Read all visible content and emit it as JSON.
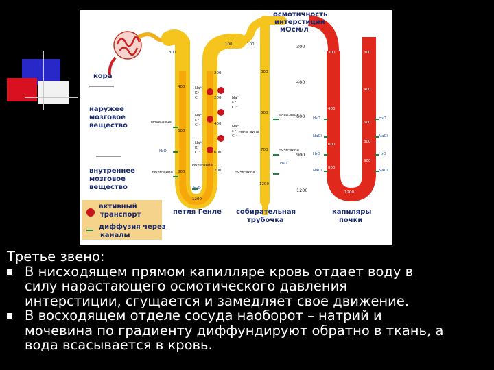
{
  "diagram": {
    "header_line1": "осмотичность",
    "header_line2": "интерстиции",
    "header_line3": "мОсм/л",
    "zone_cortex": "кора",
    "zone_outer": [
      "наружее",
      "мозговое",
      "вещество"
    ],
    "zone_inner": [
      "внутреннее",
      "мозговое",
      "вещество"
    ],
    "legend_active": [
      "активный",
      "транспорт"
    ],
    "legend_diffusion": [
      "диффузия через",
      "каналы"
    ],
    "caption_loop": "петля Генле",
    "caption_duct": [
      "собирательная",
      "трубочка"
    ],
    "caption_capillaries": [
      "капиляры",
      "почки"
    ],
    "scale_values": [
      "300",
      "400",
      "600",
      "900",
      "1200"
    ],
    "loop_values": [
      "300",
      "100",
      "200",
      "400",
      "200",
      "600",
      "400",
      "800",
      "600",
      "700",
      "1200"
    ],
    "duct_values": [
      "100",
      "300",
      "500",
      "700",
      "1200"
    ],
    "capillary_values": [
      "300",
      "300",
      "400",
      "400",
      "600",
      "600",
      "800",
      "800",
      "900",
      "1200"
    ],
    "ions": [
      "Na⁺",
      "K⁺",
      "Cl⁻"
    ],
    "urea": "моче-вина",
    "water": "H₂O",
    "salt": "NaCl"
  },
  "colors": {
    "tubule": "#f5c51e",
    "loop_fill": "#f6a80a",
    "capillary": "#e0281d",
    "pump": "#c8141a"
  },
  "title": "Третье звено:",
  "bullets": [
    {
      "lines": [
        "В нисходящем прямом капилляре кровь отдает воду в",
        "силу нарастающего осмотического давления",
        "интерстиции, сгущается и замедляет свое движение."
      ]
    },
    {
      "lines": [
        "В восходящем отделе сосуда наоборот – натрий и",
        "мочевина по градиенту диффундируют обратно в ткань, а",
        "вода всасывается в кровь."
      ]
    }
  ]
}
